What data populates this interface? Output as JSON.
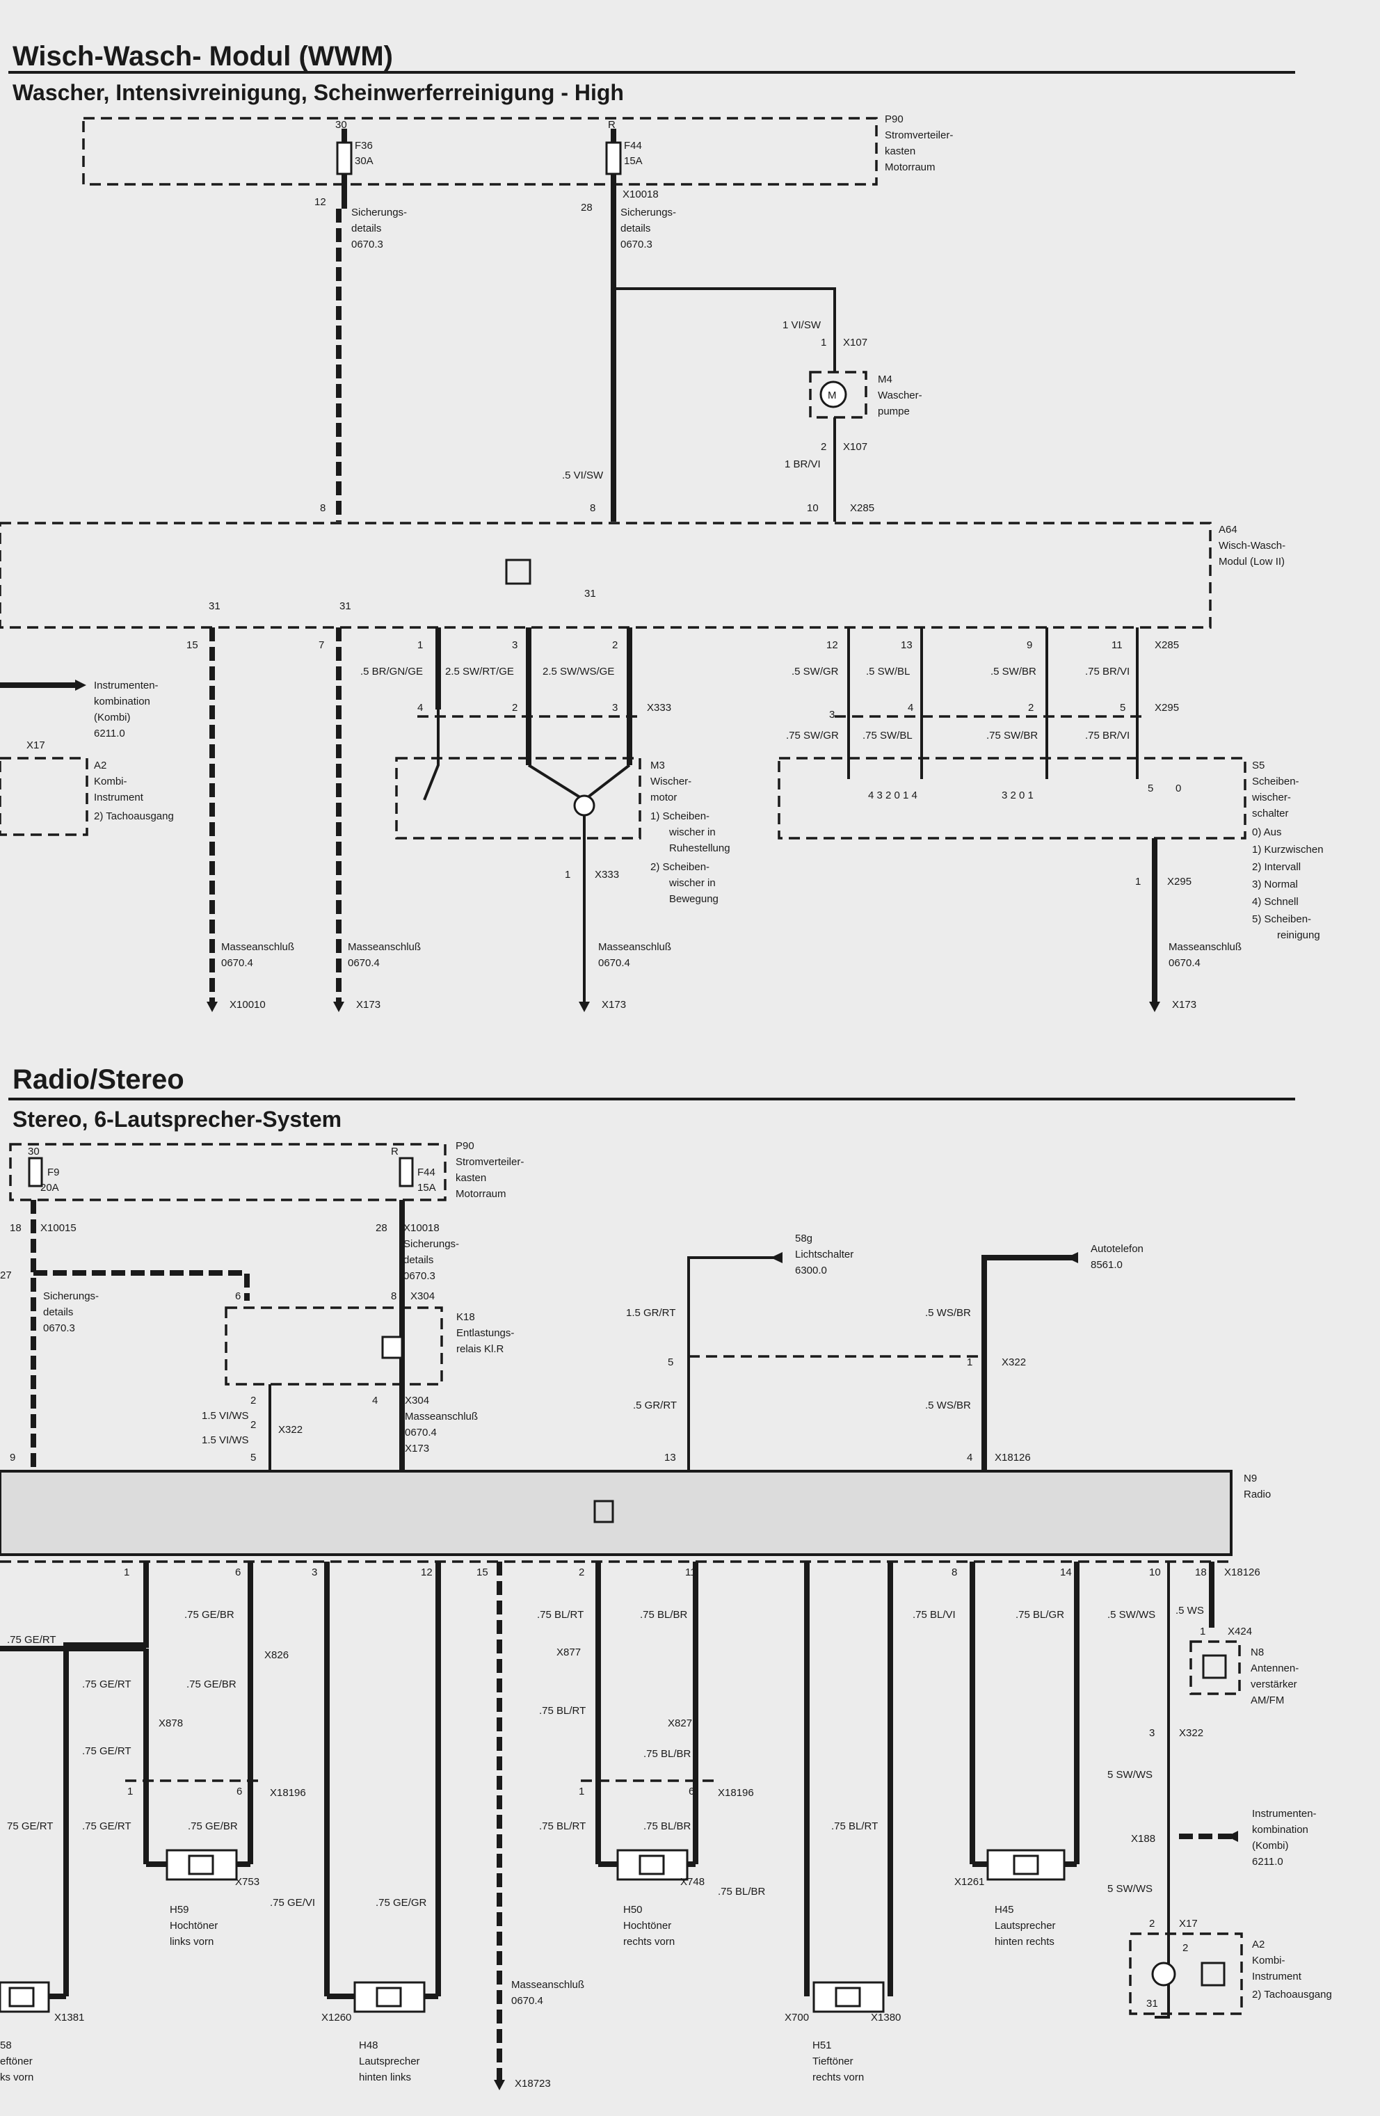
{
  "title1": "Wisch-Wasch- Modul (WWM)",
  "sub1": "Wascher, Intensivreinigung, Scheinwerferreinigung - High",
  "title2": "Radio/Stereo",
  "sub2": "Stereo, 6-Lautsprecher-System",
  "l": {
    "p90a": "P90",
    "p90b": "Stromverteiler-",
    "p90c": "kasten",
    "p90d": "Motorraum",
    "f36": "F36",
    "f36a": "30A",
    "f44": "F44",
    "f44a": "15A",
    "n30": "30",
    "nR": "R",
    "n12": "12",
    "n28": "28",
    "x10018": "X10018",
    "sd1": "Sicherungs-",
    "sd2": "details",
    "sd3": "0670.3",
    "vsw1": "1 VI/SW",
    "n1": "1",
    "x107": "X107",
    "m4a": "M4",
    "m4b": "Wascher-",
    "m4c": "pumpe",
    "n2": "2",
    "brvi": "1 BR/VI",
    "vsw5": ".5 VI/SW",
    "n8": "8",
    "n10": "10",
    "x285": "X285",
    "a64a": "A64",
    "a64b": "Wisch-Wasch-",
    "a64c": "Modul (Low II)",
    "n31": "31",
    "n15": "15",
    "n7": "7",
    "n3": "3",
    "n13": "13",
    "n9": "9",
    "n11": "11",
    "brgnge": ".5 BR/GN/GE",
    "swrtge": "2.5 SW/RT/GE",
    "swwsge": "2.5 SW/WS/GE",
    "swgr": ".5 SW/GR",
    "swbl": ".5 SW/BL",
    "swbr": ".5 SW/BR",
    "brvi75": ".75 BR/VI",
    "swgr75": ".75 SW/GR",
    "swbl75": ".75 SW/BL",
    "swbr75": ".75 SW/BR",
    "n4": "4",
    "n5": "5",
    "n0": "0",
    "x333": "X333",
    "x295": "X295",
    "ik1": "Instrumenten-",
    "ik2": "kombination",
    "ik3": "(Kombi)",
    "ik4": "6211.0",
    "x17": "X17",
    "a2a": "A2",
    "a2b": "Kombi-",
    "a2c": "Instrument",
    "a2d": "2)  Tachoausgang",
    "m3a": "M3",
    "m3b": "Wischer-",
    "m3c": "motor",
    "m3d": "1)  Scheiben-",
    "m3e": "wischer in",
    "m3f": "Ruhestellung",
    "m3g": "2)  Scheiben-",
    "m3h": "wischer in",
    "m3i": "Bewegung",
    "s5a": "S5",
    "s5b": "Scheiben-",
    "s5c": "wischer-",
    "s5d": "schalter",
    "s5e": "0)  Aus",
    "s5f": "1)  Kurzwischen",
    "s5g": "2)  Intervall",
    "s5h": "3)  Normal",
    "s5i": "4)  Schnell",
    "s5j": "5)  Scheiben-",
    "s5k": "reinigung",
    "ma1": "Masseanschluß",
    "ma2": "0670.4",
    "x10010": "X10010",
    "x173": "X173",
    "f9": "F9",
    "f9a": "20A",
    "n18": "18",
    "x10015": "X10015",
    "n27": "27",
    "x304": "X304",
    "k18a": "K18",
    "k18b": "Entlastungs-",
    "k18c": "relais Kl.R",
    "n6": "6",
    "vws15": "1.5 VI/WS",
    "x322": "X322",
    "mas": "Masseanschluß",
    "mas2": "0670.4",
    "lich1": "58g",
    "lich2": "Lichtschalter",
    "lich3": "6300.0",
    "auto1": "Autotelefon",
    "auto2": "8561.0",
    "grrt15": "1.5 GR/RT",
    "wsbr5": ".5 WS/BR",
    "grrt5": ".5 GR/RT",
    "x18126": "X18126",
    "n9a": "N9",
    "n9b": "Radio",
    "n14": "14",
    "gebr": ".75 GE/BR",
    "gert": ".75 GE/RT",
    "gert75": ".75 GE/RT",
    "blrt": ".75 BL/RT",
    "blbr": ".75 BL/BR",
    "blvi": ".75 BL/VI",
    "blgr": ".75 BL/GR",
    "swws": ".5 SW/WS",
    "ws": ".5 WS",
    "gevi": ".75 GE/VI",
    "gegr": ".75 GE/GR",
    "x826": "X826",
    "x878": "X878",
    "x18196": "X18196",
    "x753": "X753",
    "x877": "X877",
    "x827": "X827",
    "x748": "X748",
    "x424": "X424",
    "n8a": "N8",
    "n8b": "Antennen-",
    "n8c": "verstärker",
    "n8d": "AM/FM",
    "swws2": "5 SW/WS",
    "x188": "X188",
    "h59a": "H59",
    "h59b": "Hochtöner",
    "h59c": "links vorn",
    "h50a": "H50",
    "h50b": "Hochtöner",
    "h50c": "rechts vorn",
    "h45a": "H45",
    "h45b": "Lautsprecher",
    "h45c": "hinten rechts",
    "x1261": "X1261",
    "x1260": "X1260",
    "h48a": "H48",
    "h48b": "Lautsprecher",
    "h48c": "hinten links",
    "h51a": "H51",
    "h51b": "Tieftöner",
    "h51c": "rechts vorn",
    "x700": "X700",
    "x1380": "X1380",
    "x1381": "X1381",
    "h58a": "58",
    "h58b": "eftöner",
    "h58c": "ks vorn",
    "x18723": "X18723",
    "gerte": "75 GE/RT",
    "gebrl": ".75 GE/BR"
  }
}
